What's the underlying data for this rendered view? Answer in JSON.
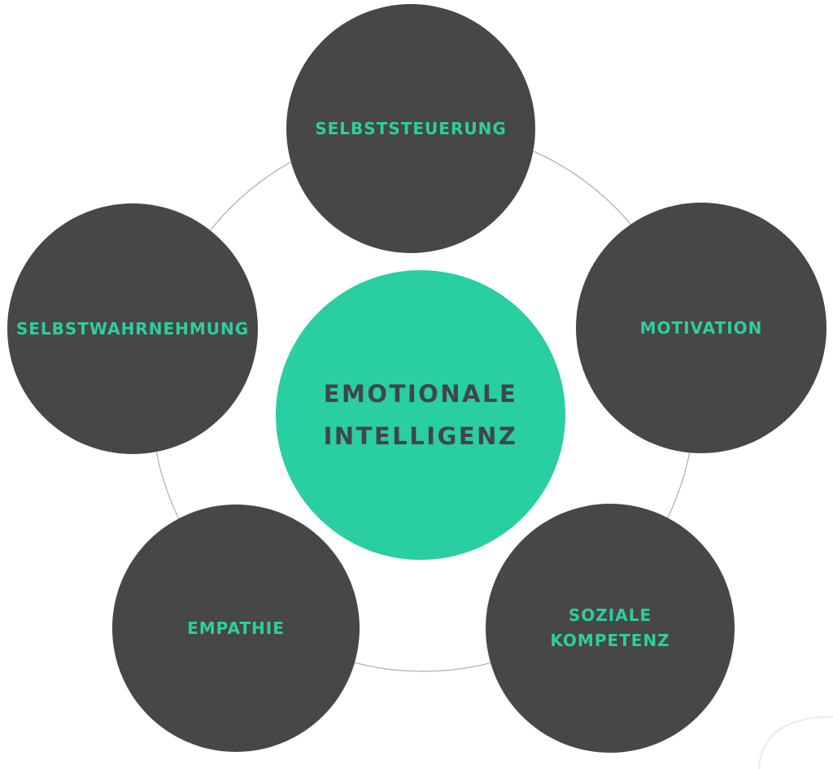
{
  "diagram": {
    "center": {
      "lines": [
        "EMOTIONALE",
        "INTELLIGENZ"
      ]
    },
    "nodes": [
      {
        "id": "selbststeuerung",
        "label": "SELBSTSTEUERUNG",
        "position": "top"
      },
      {
        "id": "selbstwahrnehmung",
        "label": "SELBSTWAHRNEHMUNG",
        "position": "left"
      },
      {
        "id": "motivation",
        "label": "MOTIVATION",
        "position": "right"
      },
      {
        "id": "empathie",
        "label": "EMPATHIE",
        "position": "bottom-left"
      },
      {
        "id": "soziale-kompetenz",
        "label_lines": [
          "SOZIALE",
          "KOMPETENZ"
        ],
        "position": "bottom-right"
      }
    ],
    "colors": {
      "background": "#FFFFFF",
      "node_fill": "#474747",
      "node_label": "#2ECD9F",
      "center_fill": "#29CEA1",
      "center_label": "#41464A",
      "ring_stroke": "#ADADAD"
    }
  }
}
